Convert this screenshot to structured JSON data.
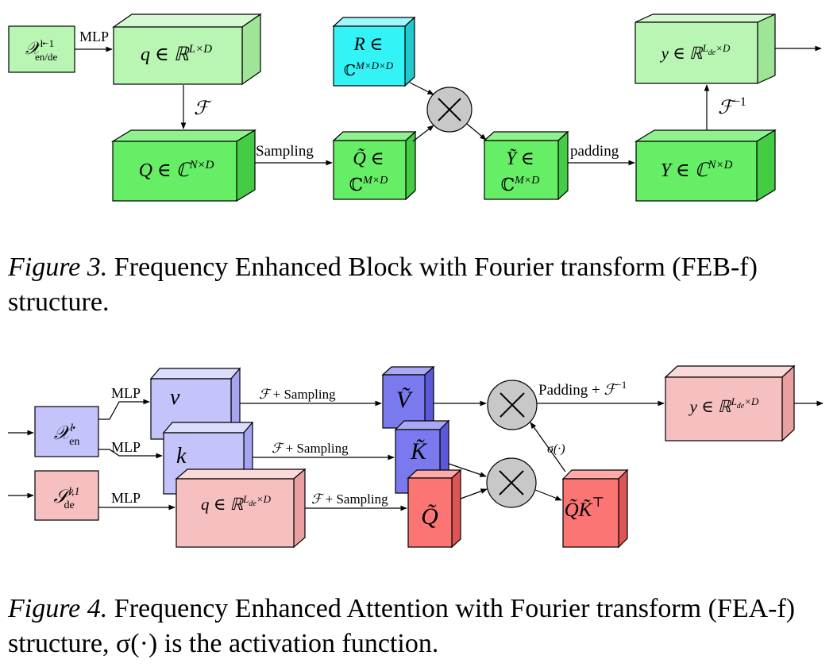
{
  "fig3": {
    "caption_label": "Figure 3.",
    "caption_text": "Frequency Enhanced Block with Fourier transform (FEB-f) structure.",
    "colors": {
      "light_green": "#b9f5b3",
      "green": "#66ee66",
      "cyan": "#33f3f7",
      "circle": "#c8c8c8"
    },
    "nodes": {
      "x_input": "𝒳ᵉⁿ/ᵈᵉ (l−1)",
      "q": "q ∈ ℝ^(L×D)",
      "R": "R ∈ ℂ^(M×D×D)",
      "y": "y ∈ ℝ^(L_de×D)",
      "Q": "Q ∈ ℂ^(N×D)",
      "Qt": "Q̃ ∈ ℂ^(M×D)",
      "Yt": "Ỹ ∈ ℂ^(M×D)",
      "Y": "Y ∈ ℂ^(N×D)"
    },
    "edge_labels": {
      "mlp": "MLP",
      "fourier": "ℱ",
      "sampling": "Sampling",
      "padding": "padding",
      "inverse": "ℱ⁻¹"
    }
  },
  "fig4": {
    "caption_label": "Figure 4.",
    "caption_text": "Frequency Enhanced Attention with Fourier transform (FEA-f) structure, σ(·) is the activation function.",
    "colors": {
      "blue_light": "#c4c4fb",
      "blue": "#7a7aee",
      "pink": "#f7c0c0",
      "red": "#fb7575",
      "circle": "#c8c8c8"
    },
    "nodes": {
      "x_en": "𝒳ᵉⁿ (l)",
      "s_de": "𝒮ᵈᵉ (l,1)",
      "v": "v",
      "k": "k",
      "q": "q ∈ ℝ^(L_de×D)",
      "Vt": "Ṽ",
      "Kt": "K̃",
      "Qt": "Q̃",
      "QKt": "Q̃K̃ᵀ",
      "y": "y ∈ ℝ^(L_de×D)"
    },
    "edge_labels": {
      "mlp_v": "MLP",
      "mlp_k": "MLP",
      "mlp_q": "MLP",
      "f_sampling_v": "ℱ + Sampling",
      "f_sampling_k": "ℱ + Sampling",
      "f_sampling_q": "ℱ + Sampling",
      "padding_inverse": "Padding + ℱ⁻¹",
      "sigma": "σ(·)"
    }
  }
}
